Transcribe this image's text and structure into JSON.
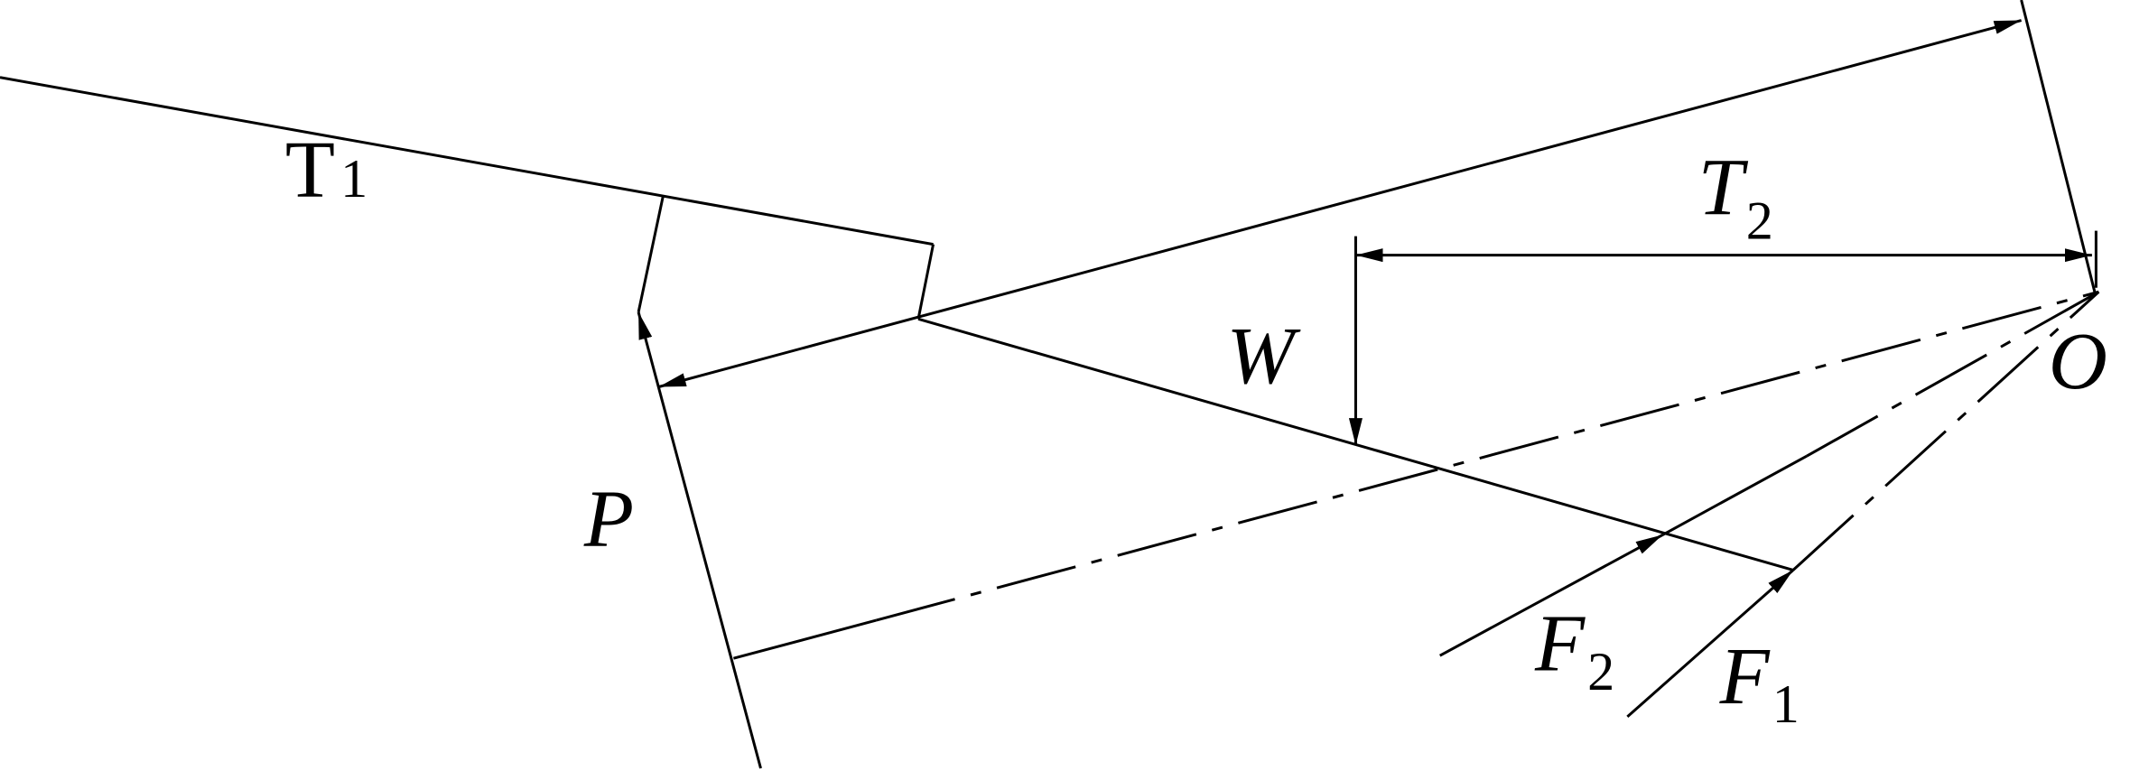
{
  "diagram": {
    "labels": {
      "t1": "T",
      "t1_sub": "1",
      "t2": "T",
      "t2_sub": "2",
      "w": "W",
      "p": "P",
      "o": "O",
      "f1": "F",
      "f1_sub": "1",
      "f2": "F",
      "f2_sub": "2"
    },
    "colors": {
      "line": "#000000",
      "background": "#ffffff"
    }
  }
}
